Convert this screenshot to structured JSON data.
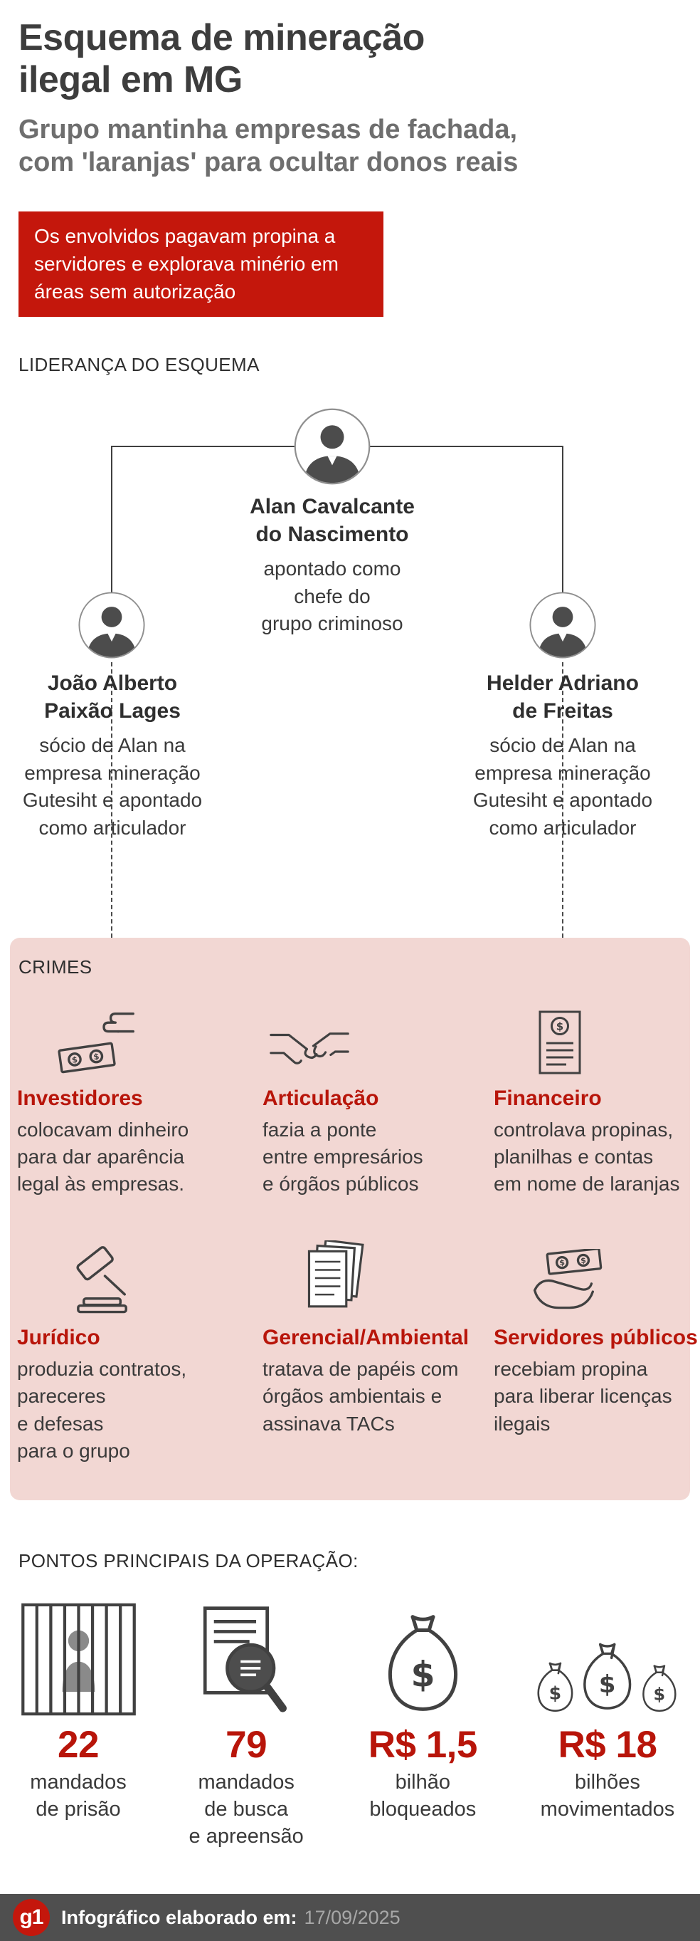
{
  "header": {
    "title": "Esquema de mineração\nilegal em MG",
    "subtitle": "Grupo mantinha empresas de fachada,\ncom 'laranjas' para ocultar donos reais",
    "alert": "Os envolvidos pagavam propina a\nservidores e explorava minério em\náreas sem autorização"
  },
  "leadership": {
    "section_title": "LIDERANÇA DO ESQUEMA",
    "leader": {
      "name": "Alan Cavalcante\ndo Nascimento",
      "description": "apontado como\nchefe do\ngrupo criminoso"
    },
    "members": [
      {
        "name": "João Alberto\nPaixão Lages",
        "description": "sócio de Alan na\nempresa mineração\nGutesiht e apontado\ncomo articulador"
      },
      {
        "name": "Helder Adriano\nde Freitas",
        "description": "sócio de Alan na\nempresa mineração\nGutesiht e apontado\ncomo articulador"
      }
    ]
  },
  "crimes": {
    "section_title": "CRIMES",
    "items": [
      {
        "icon": "hand-giving-money-icon",
        "title": "Investidores",
        "description": "colocavam dinheiro\npara dar aparência\nlegal às empresas."
      },
      {
        "icon": "handshake-icon",
        "title": "Articulação",
        "description": "fazia a ponte\nentre empresários\ne órgãos públicos"
      },
      {
        "icon": "dollar-document-icon",
        "title": "Financeiro",
        "description": "controlava propinas,\nplanilhas e contas\nem nome de laranjas"
      },
      {
        "icon": "gavel-icon",
        "title": "Jurídico",
        "description": "produzia contratos,\npareceres\ne defesas\npara o grupo"
      },
      {
        "icon": "paper-stack-icon",
        "title": "Gerencial/Ambiental",
        "description": "tratava de papéis com\nórgãos ambientais e\nassinava TACs"
      },
      {
        "icon": "hand-receiving-money-icon",
        "title": "Servidores públicos",
        "description": "recebiam propina\npara liberar licenças\nilegais"
      }
    ]
  },
  "operation": {
    "section_title": "PONTOS PRINCIPAIS DA OPERAÇÃO:",
    "stats": [
      {
        "icon": "jail-bars-icon",
        "value": "22",
        "label": "mandados\nde prisão"
      },
      {
        "icon": "search-warrant-icon",
        "value": "79",
        "label": "mandados\nde busca\ne apreensão"
      },
      {
        "icon": "money-bag-icon",
        "value": "R$ 1,5",
        "label": "bilhão\nbloqueados"
      },
      {
        "icon": "money-bags-icon",
        "value": "R$ 18",
        "label": "bilhões\nmovimentados"
      }
    ]
  },
  "footer": {
    "logo": "g1",
    "label": "Infográfico elaborado em:",
    "date": "17/09/2025"
  },
  "colors": {
    "accent_red": "#C4170C",
    "pink_panel": "#F2D7D3",
    "text_dark": "#3D3D3D",
    "text_gray": "#6E6E6E",
    "footer_bg": "#4F4F4F"
  }
}
